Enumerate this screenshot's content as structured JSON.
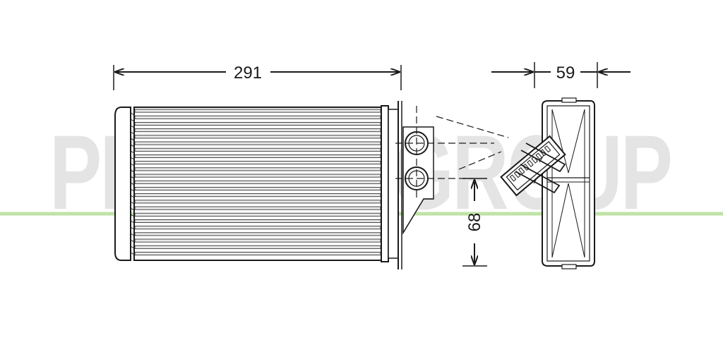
{
  "dimensions": {
    "width_label": "291",
    "depth_label": "59",
    "height_label": "68"
  },
  "watermark": {
    "text": "PRASCO GROUP",
    "color": "#d0d0d0",
    "line_color": "#bfe3a6"
  },
  "colors": {
    "stroke": "#1a1a1a",
    "fin_fill": "#e8e8e8",
    "background": "#ffffff"
  }
}
